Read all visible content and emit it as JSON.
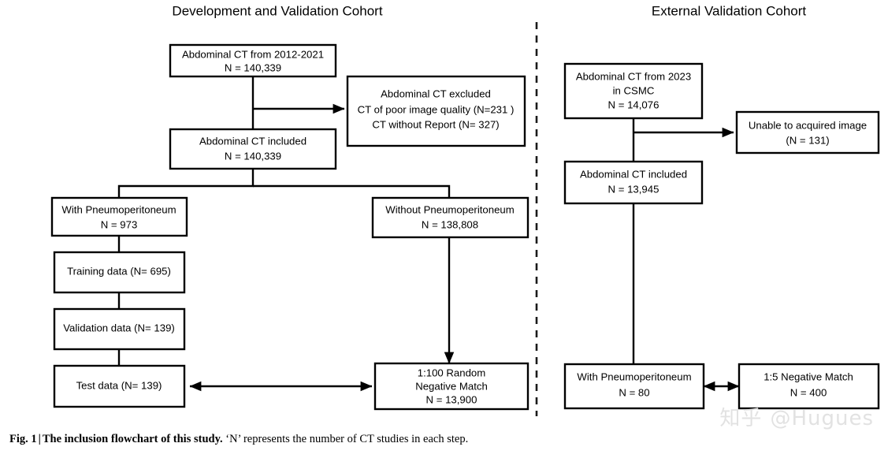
{
  "figure": {
    "columns": [
      {
        "id": "development",
        "title": "Development and Validation Cohort"
      },
      {
        "id": "external",
        "title": "External Validation Cohort"
      }
    ],
    "divider": {
      "style": "dashed",
      "orientation": "vertical"
    },
    "nodes": [
      {
        "id": "dev-source",
        "column": "development",
        "lines": [
          "Abdominal CT from 2012-2021",
          "N = 140,339"
        ]
      },
      {
        "id": "dev-excluded",
        "column": "development",
        "lines": [
          "Abdominal CT excluded",
          "CT of poor image quality (N=231 )",
          "CT without Report (N= 327)"
        ]
      },
      {
        "id": "dev-included",
        "column": "development",
        "lines": [
          "Abdominal CT included",
          "N = 140,339"
        ]
      },
      {
        "id": "dev-with-pneumo",
        "column": "development",
        "lines": [
          "With Pneumoperitoneum",
          "N = 973"
        ]
      },
      {
        "id": "dev-without-pneumo",
        "column": "development",
        "lines": [
          "Without Pneumoperitoneum",
          "N = 138,808"
        ]
      },
      {
        "id": "dev-training",
        "column": "development",
        "lines": [
          "Training data (N= 695)"
        ]
      },
      {
        "id": "dev-validation",
        "column": "development",
        "lines": [
          "Validation data (N= 139)"
        ]
      },
      {
        "id": "dev-test",
        "column": "development",
        "lines": [
          "Test data (N= 139)"
        ]
      },
      {
        "id": "dev-negative-match",
        "column": "development",
        "lines": [
          "1:100 Random",
          "Negative Match",
          "N = 13,900"
        ]
      },
      {
        "id": "ext-source",
        "column": "external",
        "lines": [
          "Abdominal CT from 2023",
          "in CSMC",
          "N = 14,076"
        ]
      },
      {
        "id": "ext-excluded",
        "column": "external",
        "lines": [
          "Unable to acquired image",
          "(N = 131)"
        ]
      },
      {
        "id": "ext-included",
        "column": "external",
        "lines": [
          "Abdominal CT included",
          "N = 13,945"
        ]
      },
      {
        "id": "ext-with-pneumo",
        "column": "external",
        "lines": [
          "With Pneumoperitoneum",
          "N = 80"
        ]
      },
      {
        "id": "ext-negative-match",
        "column": "external",
        "lines": [
          "1:5 Negative Match",
          "N = 400"
        ]
      }
    ]
  },
  "caption": {
    "figure_label": "Fig. 1",
    "separator": "|",
    "bold_title": "The inclusion flowchart of this study.",
    "rest": "‘N’ represents the number of CT studies in each step."
  },
  "watermark": {
    "site": "知乎",
    "handle": "@Hugues"
  },
  "colors": {
    "stroke": "#000000",
    "background": "#ffffff",
    "watermark": "#e2e2e2"
  }
}
